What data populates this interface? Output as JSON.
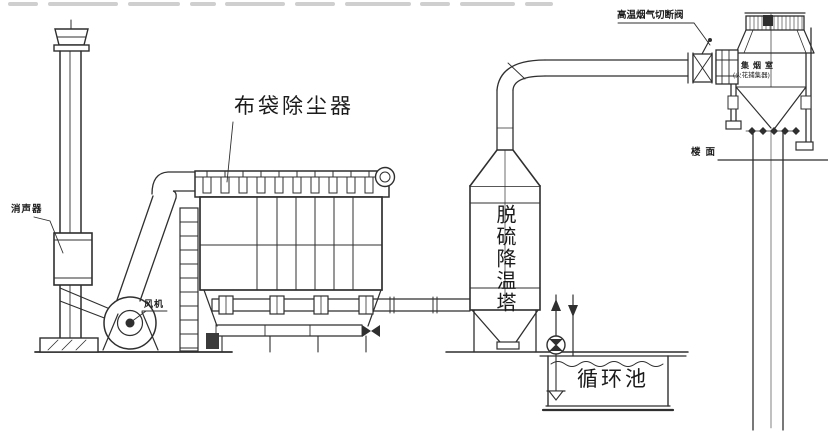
{
  "diagram": {
    "labels": {
      "bag_filter": "布袋除尘器",
      "silencer": "消声器",
      "fan": "风机",
      "desulfurization_tower": "脱硫降温塔",
      "high_temp_gas_shutoff_valve": "高温烟气切断阀",
      "cupola_chamber": "集烟室",
      "cupola_chamber_sub": "(火花捕集器)",
      "floor_level": "楼面",
      "circulation_pool": "循环池"
    },
    "colors": {
      "line": "#2f2f2f",
      "background": "#ffffff",
      "text": "#1b1b1b",
      "faint_cropped_text": "#a8a8a8"
    }
  }
}
